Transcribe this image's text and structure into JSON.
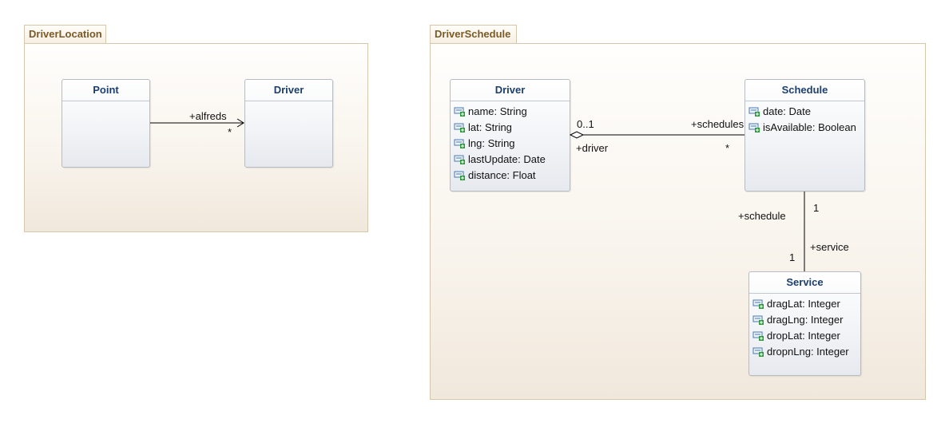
{
  "packages": {
    "driver_location": {
      "name": "DriverLocation",
      "classes": {
        "point": "Point",
        "driver": "Driver"
      },
      "association": {
        "role": "+alfreds",
        "multiplicity": "*"
      }
    },
    "driver_schedule": {
      "name": "DriverSchedule",
      "driver": {
        "name": "Driver",
        "attributes": [
          "name: String",
          "lat: String",
          "lng: String",
          "lastUpdate: Date",
          "distance: Float"
        ]
      },
      "schedule": {
        "name": "Schedule",
        "attributes": [
          "date: Date",
          "isAvailable: Boolean"
        ]
      },
      "service": {
        "name": "Service",
        "attributes": [
          "dragLat: Integer",
          "dragLng: Integer",
          "dropLat: Integer",
          "dropnLng: Integer"
        ]
      },
      "driver_schedule_assoc": {
        "driver_multiplicity": "0..1",
        "driver_role": "+driver",
        "schedule_role": "+schedules",
        "schedule_multiplicity": "*"
      },
      "schedule_service_assoc": {
        "schedule_role": "+schedule",
        "schedule_multiplicity": "1",
        "service_role": "+service",
        "service_multiplicity": "1"
      }
    }
  },
  "icons": {
    "attribute": "attribute-icon"
  },
  "colors": {
    "package_label": "#7a5a26",
    "class_name": "#1c3f6e",
    "package_border": "#d6c7ac",
    "class_border": "#b7bcc2",
    "attribute_icon_plus": "#2e9a3c"
  }
}
